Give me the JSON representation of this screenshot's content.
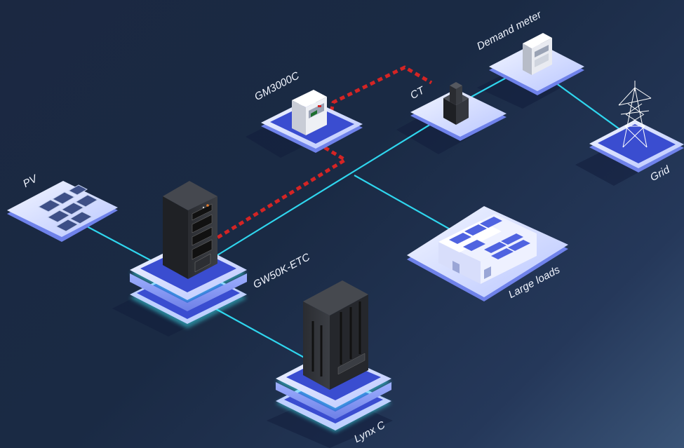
{
  "nodes": {
    "pv": {
      "label": "PV"
    },
    "inverter": {
      "label": "GW50K-ETC"
    },
    "battery": {
      "label": "Lynx C"
    },
    "smart_meter": {
      "label": "GM3000C"
    },
    "ct": {
      "label": "CT"
    },
    "demand_meter": {
      "label": "Demand meter"
    },
    "grid": {
      "label": "Grid"
    },
    "loads": {
      "label": "Large loads"
    }
  },
  "colors": {
    "power_line": "#2fd6ee",
    "comm_line": "#d42424",
    "platform_top": "#e3e9ff",
    "platform_inner": "#3a4dd0",
    "platform_glow": "#3fe9f4"
  },
  "connections": [
    {
      "from": "pv",
      "to": "inverter",
      "kind": "power"
    },
    {
      "from": "inverter",
      "to": "ct",
      "kind": "power"
    },
    {
      "from": "ct",
      "to": "demand_meter",
      "kind": "power"
    },
    {
      "from": "demand_meter",
      "to": "grid",
      "kind": "power"
    },
    {
      "from": "inverter",
      "to": "loads",
      "kind": "power"
    },
    {
      "from": "inverter",
      "to": "battery",
      "kind": "power"
    },
    {
      "from": "inverter",
      "to": "smart_meter",
      "kind": "communication"
    },
    {
      "from": "smart_meter",
      "to": "ct",
      "kind": "communication"
    }
  ]
}
